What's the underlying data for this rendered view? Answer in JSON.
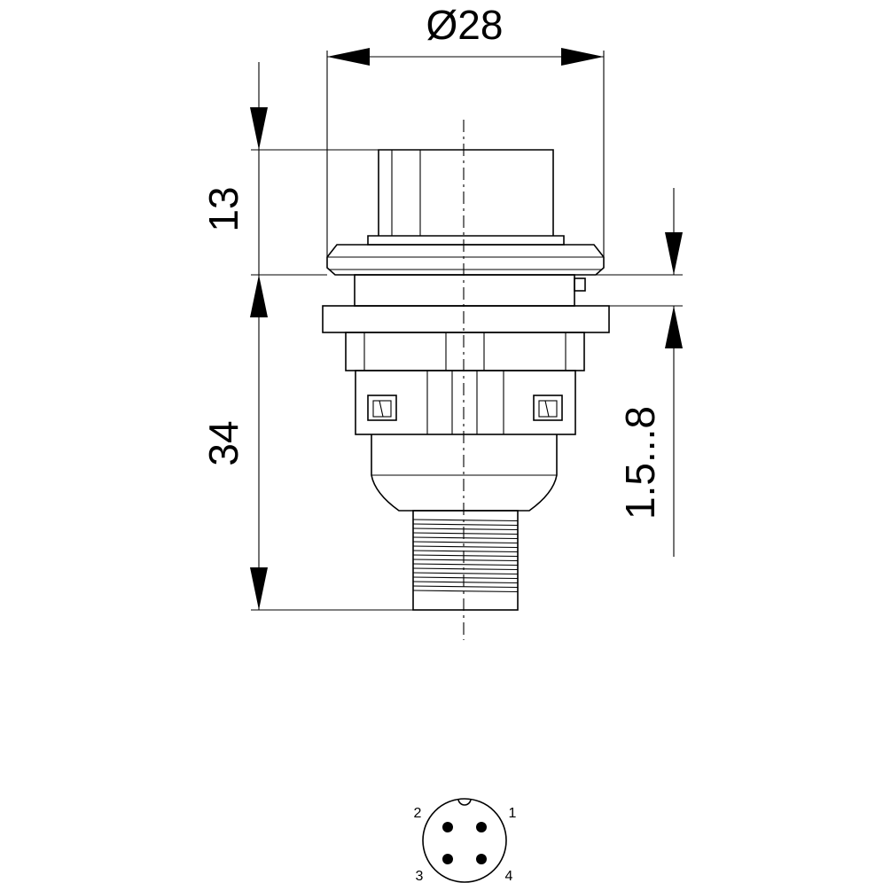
{
  "dimensions": {
    "diameter": "Ø28",
    "top_height": "13",
    "body_length": "34",
    "panel_range": "1.5...8"
  },
  "connector": {
    "pins": [
      "1",
      "2",
      "3",
      "4"
    ]
  }
}
